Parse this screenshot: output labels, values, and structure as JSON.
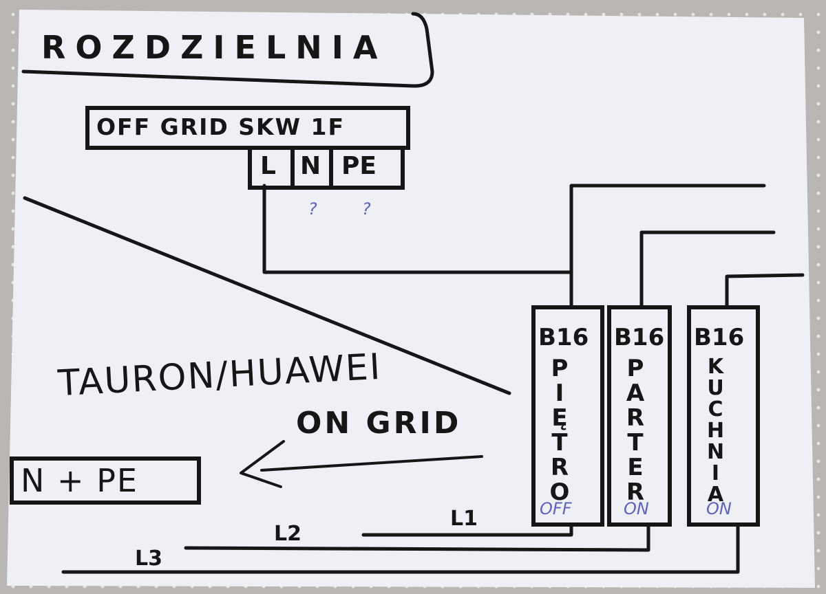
{
  "title": "ROZDZIELNIA",
  "offgrid_box": {
    "label": "OFF GRID SKW 1F",
    "terminals": [
      "L",
      "N",
      "PE"
    ],
    "question_marks": [
      "?",
      "?"
    ]
  },
  "ongrid": {
    "line1": "TAURON/HUAWEI",
    "line2": "ON GRID"
  },
  "np_box": {
    "label": "N + PE"
  },
  "breakers": [
    {
      "rating": "B16",
      "name": "PIĘTRO",
      "state": "OFF"
    },
    {
      "rating": "B16",
      "name": "PARTER",
      "state": "ON"
    },
    {
      "rating": "B16",
      "name": "KUCHNIA",
      "state": "ON"
    }
  ],
  "phases": [
    "L1",
    "L2",
    "L3"
  ],
  "colors": {
    "ink": "#161616",
    "pen": "#5d63b8",
    "paper": "#eef0f6"
  }
}
